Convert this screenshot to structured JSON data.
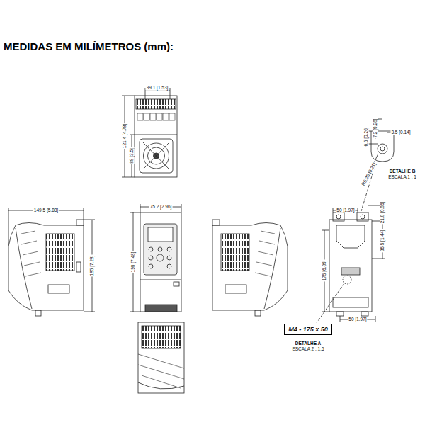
{
  "diagram": {
    "title": "MEDIDAS EM MILÍMETROS (mm):",
    "nodes": [
      {
        "text": [
          "M4 - 175 x 50"
        ]
      }
    ],
    "labels": [
      "39.1 [1.53]",
      "121.4 [4.78]",
      "88 [3.5]",
      "149.5 [5.88]",
      "185 [7.28]",
      "75.2 [2.96]",
      "190 [7.48]",
      "6.5 [0.26]",
      "7.2 [0.28]",
      "3.5 [0.14]",
      "R5.25 [0.21]",
      "DETALHE B",
      "ESCALA 1 : 1",
      "50 [1.97]",
      "21.8 [0.86]",
      "36.5 [1.44]",
      "175 [6.89]",
      "50 [1.97]",
      "DETALHE A",
      "ESCALA 2 : 1.5"
    ]
  }
}
